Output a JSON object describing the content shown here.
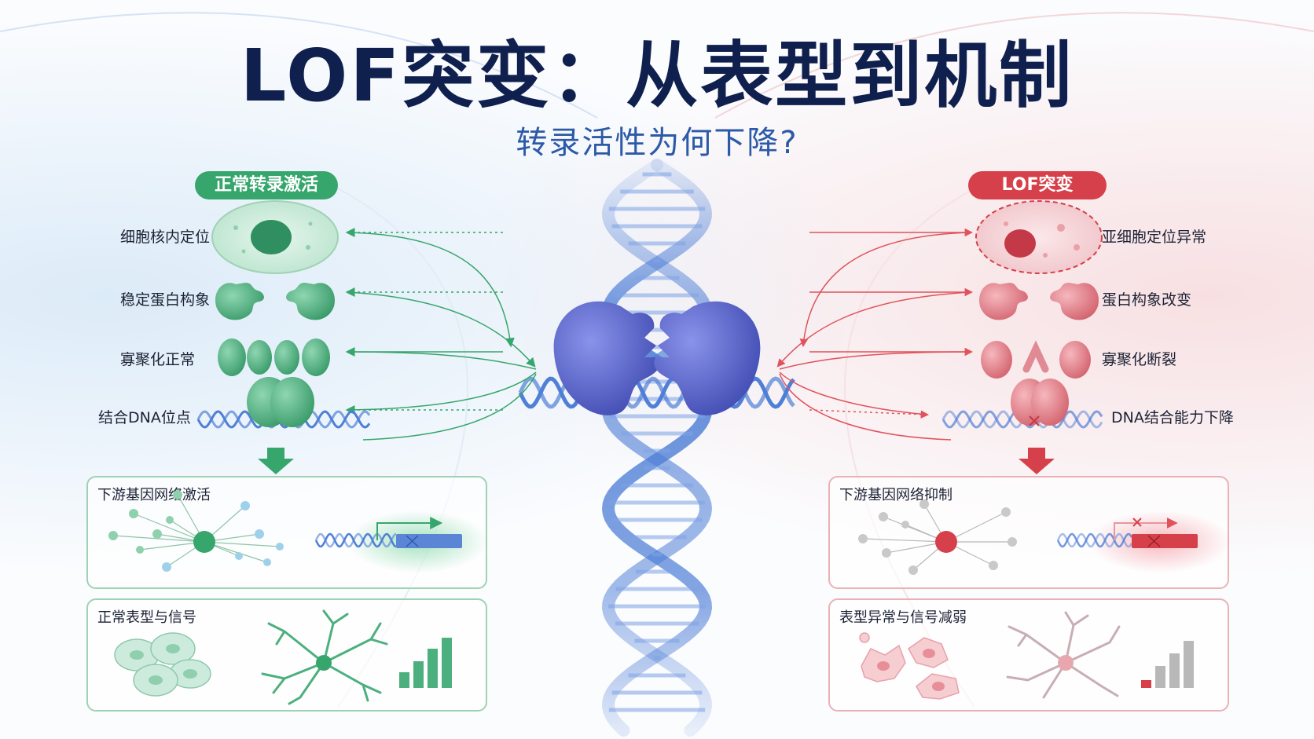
{
  "title": "LOF突变：从表型到机制",
  "subtitle": "转录活性为何下降?",
  "left": {
    "badge": "正常转录激活",
    "rows": [
      "细胞核内定位",
      "稳定蛋白构象",
      "寡聚化正常",
      "结合DNA位点"
    ],
    "network_panel": "下游基因网络激活",
    "phenotype_panel": "正常表型与信号"
  },
  "right": {
    "badge": "LOF突变",
    "rows": [
      "亚细胞定位异常",
      "蛋白构象改变",
      "寡聚化断裂",
      "DNA结合能力下降"
    ],
    "network_panel": "下游基因网络抑制",
    "phenotype_panel": "表型异常与信号减弱"
  },
  "colors": {
    "normal": "#36a66c",
    "mutant": "#d6404a",
    "dna": "#4f7fd6",
    "protein": "#4f5cc4",
    "title": "#10204e"
  },
  "icons": [
    "cell-nucleus-icon",
    "protein-icon",
    "oligomer-icon",
    "dna-icon",
    "network-icon",
    "gene-arrow-icon",
    "cells-icon",
    "neuron-icon",
    "bar-signal-icon"
  ]
}
